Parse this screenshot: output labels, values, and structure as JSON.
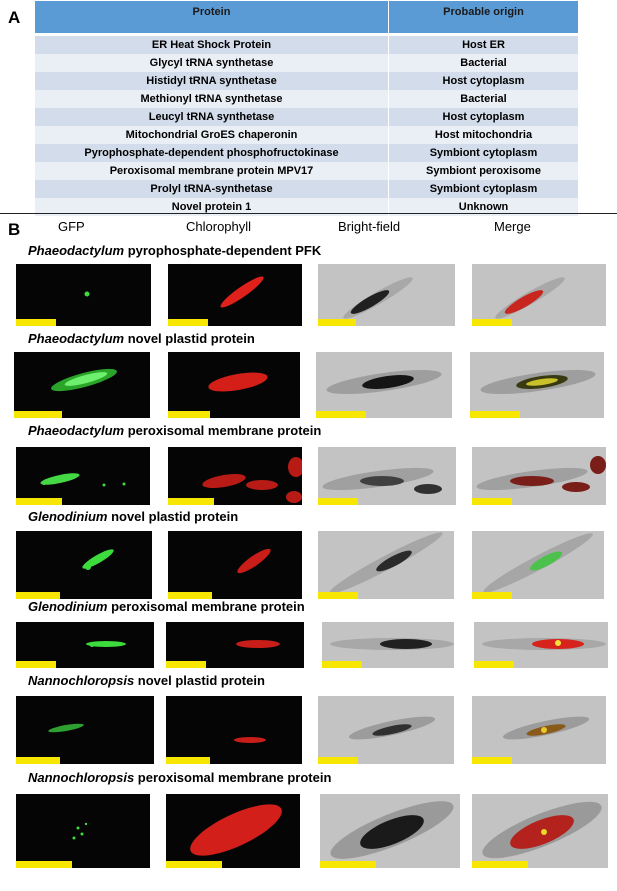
{
  "labels": {
    "a": "A",
    "b": "B"
  },
  "table": {
    "headers": [
      "Protein",
      "Probable origin"
    ],
    "rows": [
      [
        "ER Heat Shock Protein",
        "Host ER"
      ],
      [
        "Glycyl tRNA synthetase",
        "Bacterial"
      ],
      [
        "Histidyl tRNA synthetase",
        "Host cytoplasm"
      ],
      [
        "Methionyl tRNA synthetase",
        "Bacterial"
      ],
      [
        "Leucyl tRNA synthetase",
        "Host cytoplasm"
      ],
      [
        "Mitochondrial GroES chaperonin",
        "Host mitochondria"
      ],
      [
        "Pyrophosphate-dependent phosphofructokinase",
        "Symbiont cytoplasm"
      ],
      [
        "Peroxisomal membrane protein MPV17",
        "Symbiont peroxisome"
      ],
      [
        "Prolyl tRNA-synthetase",
        "Symbiont cytoplasm"
      ],
      [
        "Novel protein 1",
        "Unknown"
      ]
    ]
  },
  "columns": [
    "GFP",
    "Chlorophyll",
    "Bright-field",
    "Merge"
  ],
  "rows": [
    {
      "organism": "Phaeodactylum",
      "desc": " pyrophosphate-dependent  PFK"
    },
    {
      "organism": "Phaeodactylum",
      "desc": " novel plastid protein"
    },
    {
      "organism": "Phaeodactylum",
      "desc": " peroxisomal membrane protein"
    },
    {
      "organism": "Glenodinium",
      "desc": " novel plastid protein"
    },
    {
      "organism": "Glenodinium",
      "desc": " peroxisomal membrane protein"
    },
    {
      "organism": "Nannochloropsis",
      "desc": " novel plastid protein"
    },
    {
      "organism": "Nannochloropsis",
      "desc": " peroxisomal membrane protein"
    }
  ],
  "colors": {
    "table_header": "#5b9bd5",
    "row_odd": "#d3dcea",
    "row_even": "#eaeef5",
    "scale_bar": "#f7e600",
    "gfp": "#3ddc3d",
    "chlorophyll": "#e0201a"
  }
}
